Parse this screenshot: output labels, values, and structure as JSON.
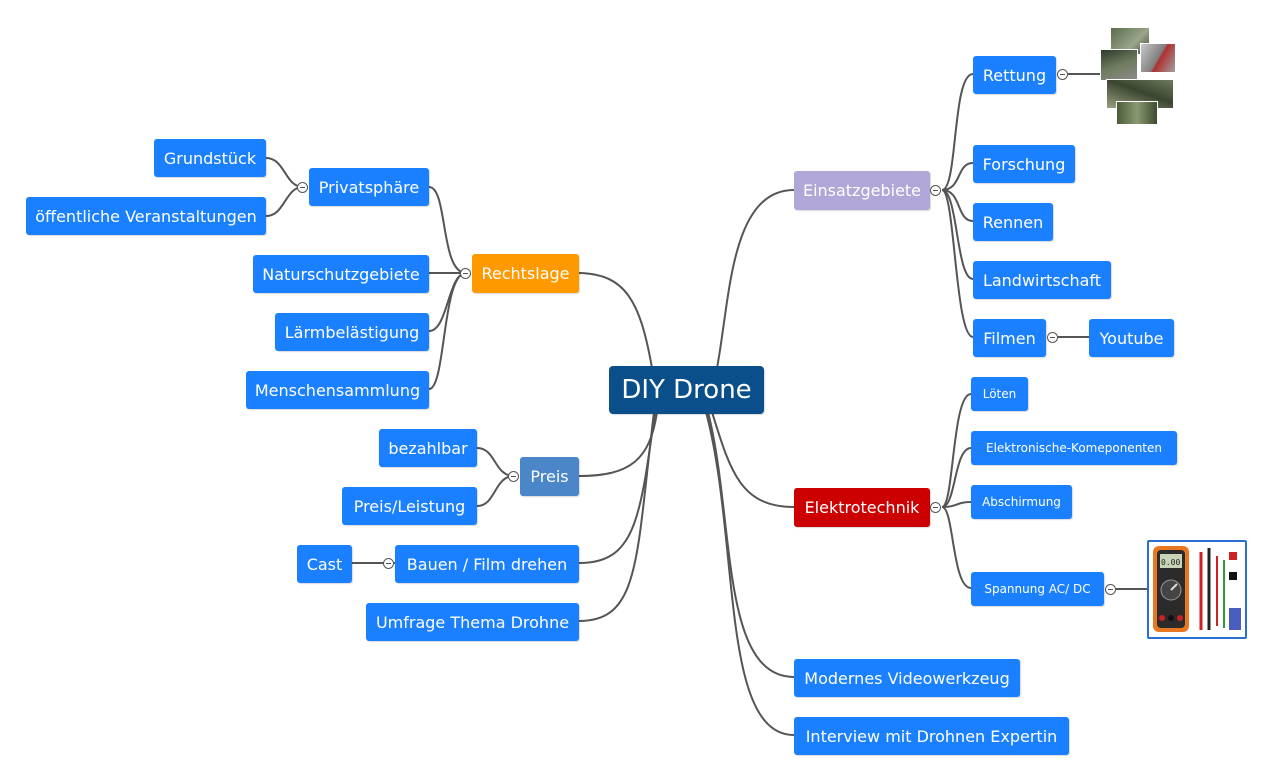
{
  "root": {
    "label": "DIY Drone",
    "color": "#0b4f8a"
  },
  "left_branches": {
    "rechtslage": {
      "label": "Rechtslage",
      "color": "#ff9900",
      "children": {
        "privatsphaere": {
          "label": "Privatsphäre",
          "children": [
            "Grundstück",
            "öffentliche Veranstaltungen"
          ]
        },
        "naturschutz": "Naturschutzgebiete",
        "laerm": "Lärmbelästigung",
        "menschen": "Menschensammlung"
      }
    },
    "preis": {
      "label": "Preis",
      "color": "#4a86c8",
      "children": [
        "bezahlbar",
        "Preis/Leistung"
      ]
    },
    "bauen": {
      "label": "Bauen / Film drehen",
      "children": [
        "Cast"
      ]
    },
    "umfrage": {
      "label": "Umfrage Thema Drohne"
    }
  },
  "right_branches": {
    "einsatzgebiete": {
      "label": "Einsatzgebiete",
      "color": "#b0a6d8",
      "children": {
        "rettung": {
          "label": "Rettung",
          "image": "drone-photo-collage"
        },
        "forschung": "Forschung",
        "rennen": "Rennen",
        "landwirtschaft": "Landwirtschaft",
        "filmen": {
          "label": "Filmen",
          "children": [
            "Youtube"
          ]
        }
      }
    },
    "elektrotechnik": {
      "label": "Elektrotechnik",
      "color": "#cc0000",
      "children": {
        "loeten": "Löten",
        "komponenten": "Elektronische-Komeponenten",
        "abschirmung": "Abschirmung",
        "spannung": {
          "label": "Spannung AC/ DC",
          "image": "multimeter-photo"
        }
      }
    },
    "videowerkzeug": {
      "label": "Modernes Videowerkzeug"
    },
    "interview": {
      "label": "Interview mit Drohnen Expertin"
    }
  },
  "colors": {
    "default_node": "#1a80ff",
    "connector": "#555555"
  }
}
